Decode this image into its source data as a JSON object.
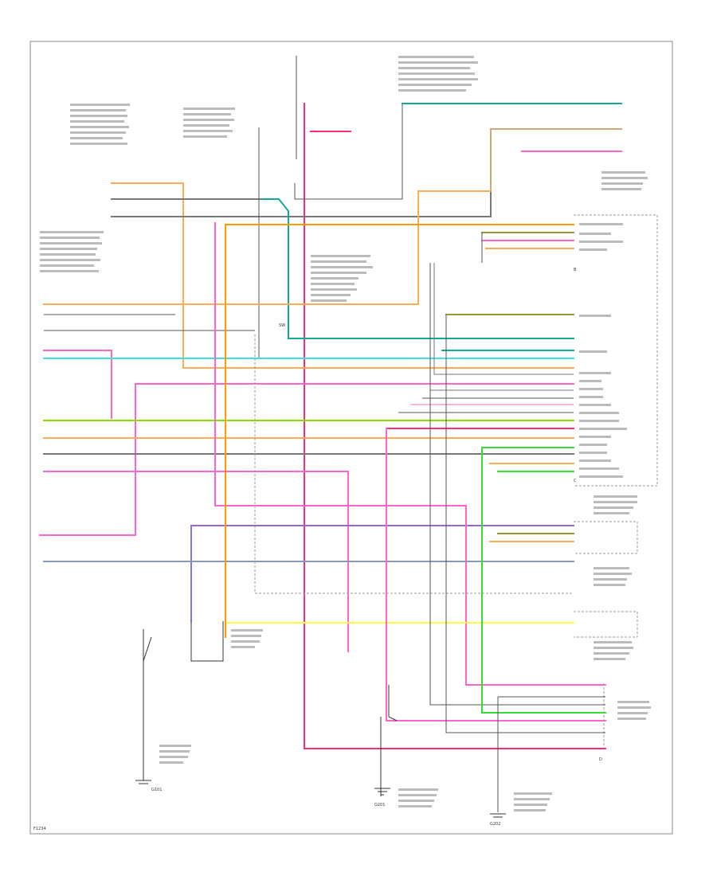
{
  "diagram": {
    "wire_colors": {
      "red": "#ff2f6e",
      "pink": "#ff66cc",
      "orange": "#ffaa55",
      "orange_bright": "#ff9900",
      "teal": "#11aa99",
      "cyan": "#44dddd",
      "green": "#88dd00",
      "lime": "#33dd33",
      "yellow": "#ffff44",
      "purple": "#9966cc",
      "blue": "#7777ee",
      "gray": "#777777",
      "dark": "#333333",
      "tan": "#ccaa77",
      "olive": "#999933",
      "frame": "#888888"
    },
    "labels": {
      "ground_main": "G201",
      "ground_left": "G101",
      "ground_right": "G202",
      "corner_ref": "F1234",
      "box_b": "B",
      "box_c": "C",
      "box_d": "D",
      "sw": "SW"
    }
  }
}
